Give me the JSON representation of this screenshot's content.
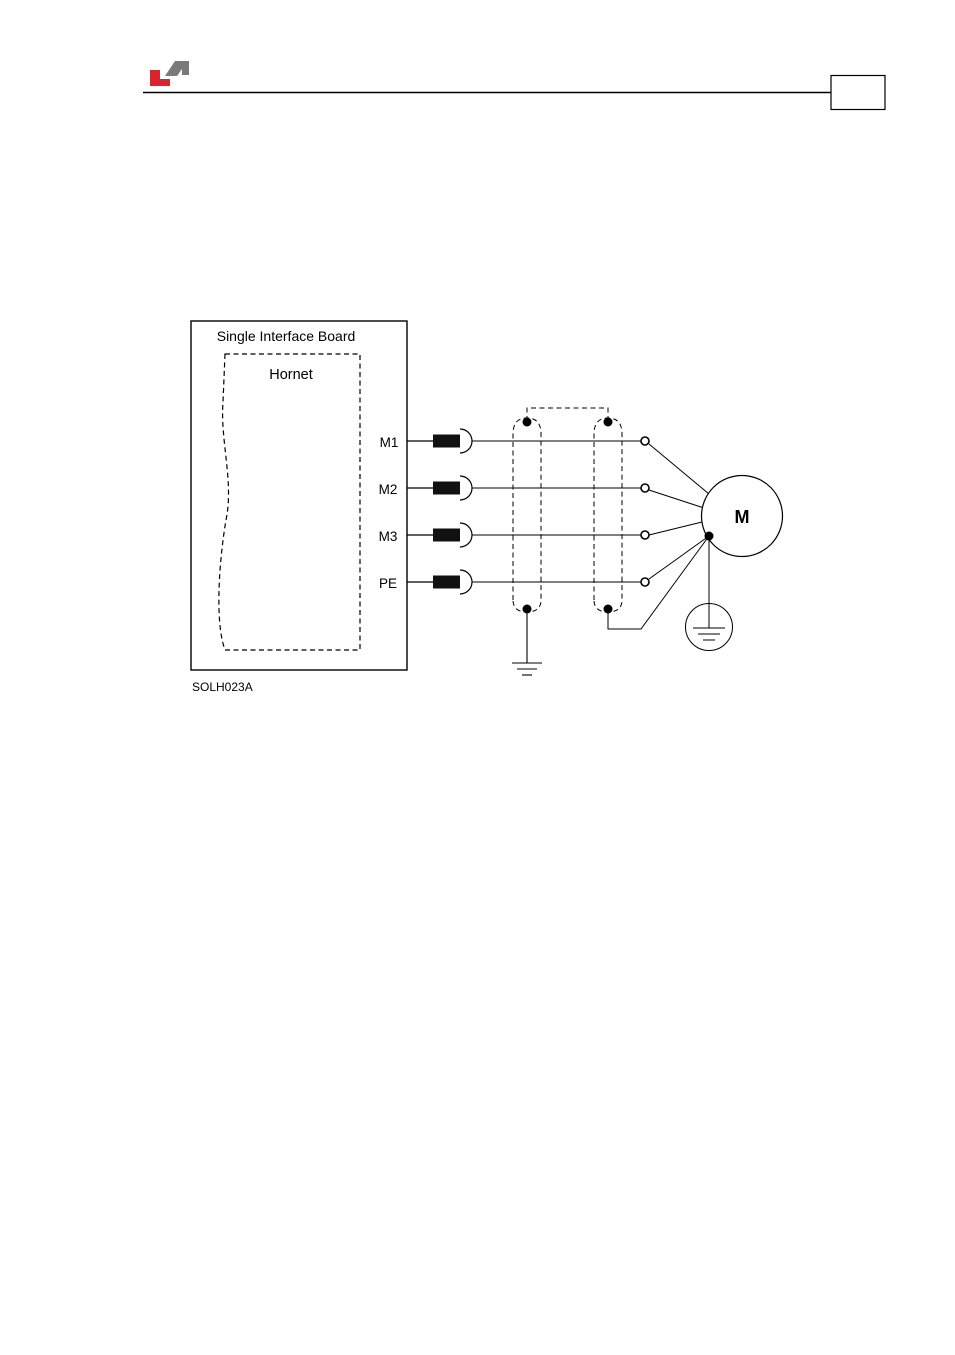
{
  "header": {
    "logo": {
      "icon": "company-logo-icon",
      "colors": {
        "red": "#d9232e",
        "gray": "#7a7a7a"
      }
    },
    "page_number": ""
  },
  "diagram": {
    "board_label": "Single Interface Board",
    "module_label": "Hornet",
    "terminals": [
      "M1",
      "M2",
      "M3",
      "PE"
    ],
    "motor_label": "M",
    "caption": "SOLH023A"
  }
}
